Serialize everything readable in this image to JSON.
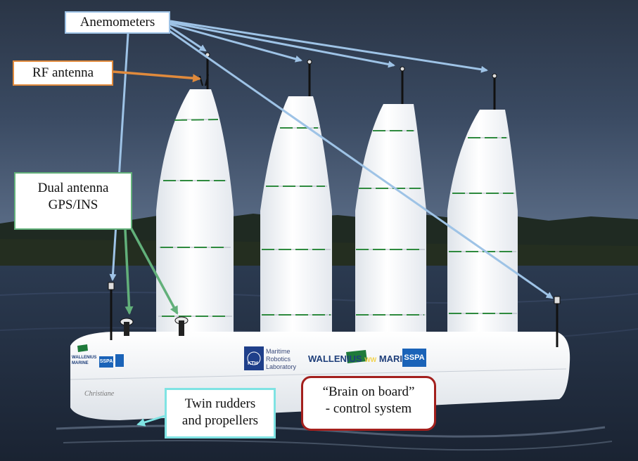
{
  "labels": {
    "anemometers": "Anemometers",
    "rf_antenna": "RF antenna",
    "gps_line1": "Dual antenna",
    "gps_line2": "GPS/INS",
    "rudders_line1": "Twin rudders",
    "rudders_line2": "and propellers",
    "brain_line1": "“Brain on board”",
    "brain_line2": "-  control system"
  },
  "hull_markings": {
    "kth_line1": "Maritime",
    "kth_line2": "Robotics",
    "kth_line3": "Laboratory",
    "kth_logo": "KTH",
    "wallenius": "WALLENIUS",
    "wallenius_flag": "WW",
    "marine": "MARINE",
    "sspa": "SSPA",
    "boat_name": "Christiane"
  },
  "colors": {
    "anemometer_arrow": "#9ec3e6",
    "rf_arrow": "#e08a3c",
    "gps_arrow": "#62b07a",
    "rudder_arrow": "#7fe3e3",
    "brain_border": "#a3201d"
  }
}
